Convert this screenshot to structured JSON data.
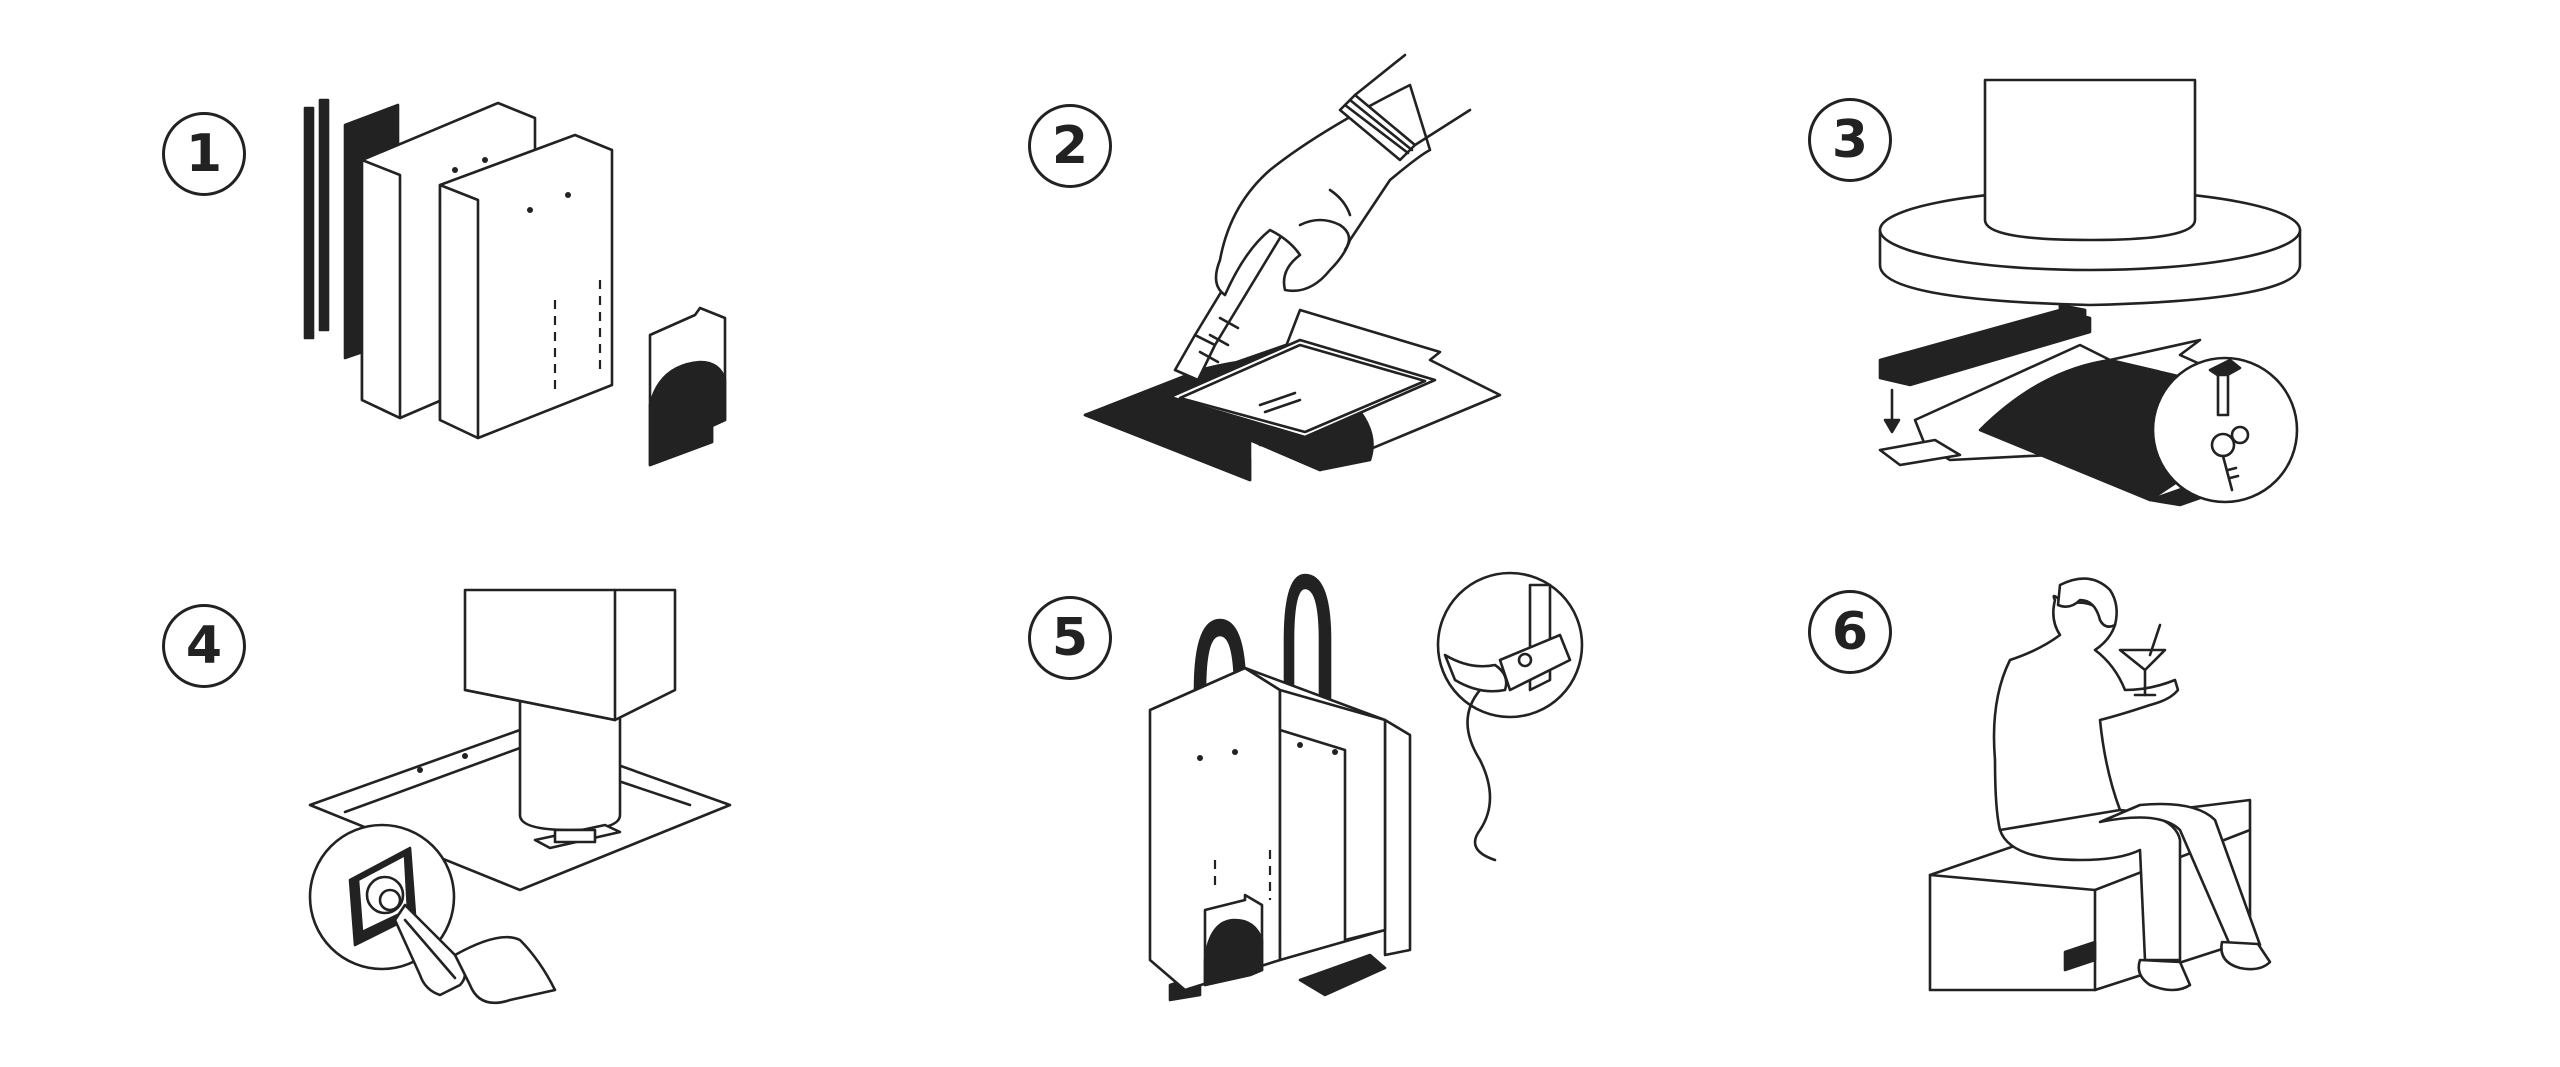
{
  "steps": [
    {
      "number": "1",
      "icon": "fold-panels-icon"
    },
    {
      "number": "2",
      "icon": "cut-cardboard-icon"
    },
    {
      "number": "3",
      "icon": "press-shape-icon"
    },
    {
      "number": "4",
      "icon": "press-button-icon"
    },
    {
      "number": "5",
      "icon": "assemble-bag-icon"
    },
    {
      "number": "6",
      "icon": "relax-with-drink-icon"
    }
  ],
  "colors": {
    "ink": "#222222",
    "paper": "#ffffff"
  }
}
